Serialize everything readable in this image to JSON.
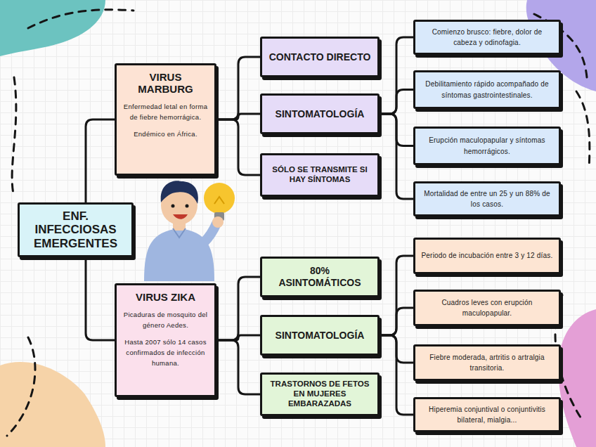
{
  "diagram": {
    "nodes": [
      {
        "text": [
          "ENF. INFECCIOSAS EMERGENTES"
        ]
      },
      {
        "text": [
          "VIRUS MARBURG",
          "Enfermedad letal en forma de fiebre hemorrágica.",
          "Endémico en África."
        ]
      },
      {
        "text": [
          "CONTACTO DIRECTO"
        ]
      },
      {
        "text": [
          "SINTOMATOLOGÍA"
        ]
      },
      {
        "text": [
          "SÓLO SE TRANSMITE SI HAY SÍNTOMAS"
        ]
      },
      {
        "text": [
          "Comienzo brusco: fiebre, dolor de cabeza y odinofagia."
        ]
      },
      {
        "text": [
          "Debilitamiento rápido acompañado de síntomas gastrointestinales."
        ]
      },
      {
        "text": [
          "Erupción maculopapular y síntomas hemorrágicos."
        ]
      },
      {
        "text": [
          "Mortalidad de entre un 25 y un 88% de los casos."
        ]
      },
      {
        "text": [
          "VIRUS ZIKA",
          "Picaduras de mosquito del género Aedes.",
          "Hasta 2007 sólo 14 casos confirmados de infección humana."
        ]
      },
      {
        "text": [
          "80% ASINTOMÁTICOS"
        ]
      },
      {
        "text": [
          "SINTOMATOLOGÍA"
        ]
      },
      {
        "text": [
          "TRASTORNOS DE FETOS EN MUJERES EMBARAZADAS"
        ]
      },
      {
        "text": [
          "Periodo de incubación entre 3 y 12 días."
        ]
      },
      {
        "text": [
          "Cuadros leves con erupción maculopapular."
        ]
      },
      {
        "text": [
          "Fiebre moderada, artritis o artralgia transitoria."
        ]
      },
      {
        "text": [
          "Hiperemia conjuntival o conjuntivitis bilateral, mialgia..."
        ]
      }
    ],
    "edges": [
      {
        "from": 0,
        "to": 1,
        "arrow": "none"
      },
      {
        "from": 0,
        "to": 9,
        "arrow": "none"
      },
      {
        "from": 1,
        "to": 2,
        "arrow": "none"
      },
      {
        "from": 1,
        "to": 3,
        "arrow": "none"
      },
      {
        "from": 1,
        "to": 4,
        "arrow": "none"
      },
      {
        "from": 3,
        "to": 5,
        "arrow": "none"
      },
      {
        "from": 3,
        "to": 6,
        "arrow": "none"
      },
      {
        "from": 3,
        "to": 7,
        "arrow": "none"
      },
      {
        "from": 3,
        "to": 8,
        "arrow": "none"
      },
      {
        "from": 9,
        "to": 10,
        "arrow": "none"
      },
      {
        "from": 9,
        "to": 11,
        "arrow": "none"
      },
      {
        "from": 9,
        "to": 12,
        "arrow": "none"
      },
      {
        "from": 11,
        "to": 13,
        "arrow": "none"
      },
      {
        "from": 11,
        "to": 14,
        "arrow": "none"
      },
      {
        "from": 11,
        "to": 15,
        "arrow": "none"
      },
      {
        "from": 11,
        "to": 16,
        "arrow": "none"
      }
    ]
  }
}
